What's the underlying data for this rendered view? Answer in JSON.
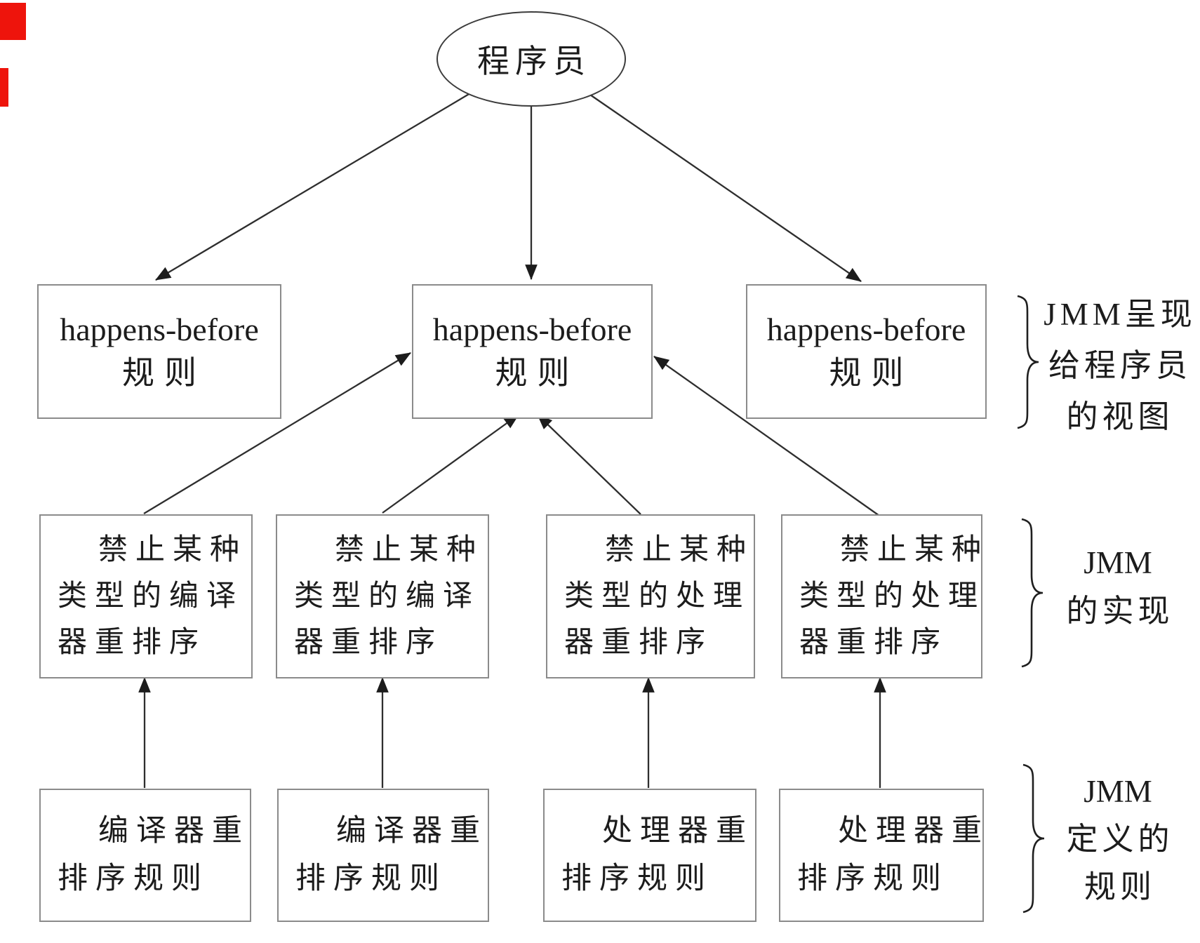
{
  "figure": {
    "title_hint": "JMM diagram",
    "ellipse_label": "程序员",
    "row1_boxes": [
      {
        "lines": [
          "happens-before",
          "规则"
        ]
      },
      {
        "lines": [
          "happens-before",
          "规则"
        ]
      },
      {
        "lines": [
          "happens-before",
          "规则"
        ]
      }
    ],
    "row2_boxes": [
      {
        "lines": [
          "禁止某种",
          "类型的编译",
          "器重排序"
        ]
      },
      {
        "lines": [
          "禁止某种",
          "类型的编译",
          "器重排序"
        ]
      },
      {
        "lines": [
          "禁止某种",
          "类型的处理",
          "器重排序"
        ]
      },
      {
        "lines": [
          "禁止某种",
          "类型的处理",
          "器重排序"
        ]
      }
    ],
    "row3_boxes": [
      {
        "lines": [
          "编译器重",
          "排序规则"
        ]
      },
      {
        "lines": [
          "编译器重",
          "排序规则"
        ]
      },
      {
        "lines": [
          "处理器重",
          "排序规则"
        ]
      },
      {
        "lines": [
          "处理器重",
          "排序规则"
        ]
      }
    ],
    "side_labels": [
      {
        "lines": [
          "JMM呈现",
          "给程序员",
          "的视图"
        ]
      },
      {
        "lines": [
          "JMM",
          "的实现"
        ]
      },
      {
        "lines": [
          "JMM",
          "定义的",
          "规则"
        ]
      }
    ],
    "colors": {
      "line": "#2e2e2e",
      "box_border": "#8b8b8b",
      "text": "#1c1c1c",
      "red_mark": "#ee140c",
      "background": "#ffffff"
    }
  }
}
